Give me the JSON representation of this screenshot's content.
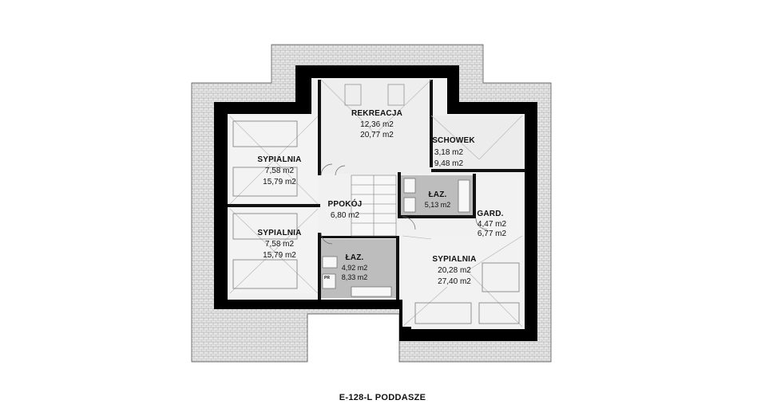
{
  "caption": "E-128-L PODDASZE",
  "rooms": {
    "rekreacja": {
      "name": "REKREACJA",
      "area1": "12,36 m2",
      "area2": "20,77 m2"
    },
    "schowek": {
      "name": "SCHOWEK",
      "area1": "3,18 m2",
      "area2": "9,48 m2"
    },
    "sypialnia_top_left": {
      "name": "SYPIALNIA",
      "area1": "7,58 m2",
      "area2": "15,79 m2"
    },
    "sypialnia_bottom_left": {
      "name": "SYPIALNIA",
      "area1": "7,58 m2",
      "area2": "15,79 m2"
    },
    "ppokoj": {
      "name": "PPOKÓJ",
      "area1": "6,80 m2"
    },
    "lazienka_top": {
      "name": "ŁAZ.",
      "area1": "5,13 m2"
    },
    "garderoba": {
      "name": "GARD.",
      "area1": "4,47 m2",
      "area2": "6,77 m2"
    },
    "lazienka_bottom": {
      "name": "ŁAZ.",
      "area1": "4,92 m2",
      "area2": "8,33 m2"
    },
    "sypialnia_main": {
      "name": "SYPIALNIA",
      "area1": "20,28 m2",
      "area2": "27,40 m2"
    }
  },
  "fixture_label": "PR",
  "colors": {
    "wall": "#000000",
    "roof_tile": "#dcdcdc",
    "floor": "#ececec",
    "wet_room": "#bdbdbd",
    "line": "#8a8a8a"
  }
}
